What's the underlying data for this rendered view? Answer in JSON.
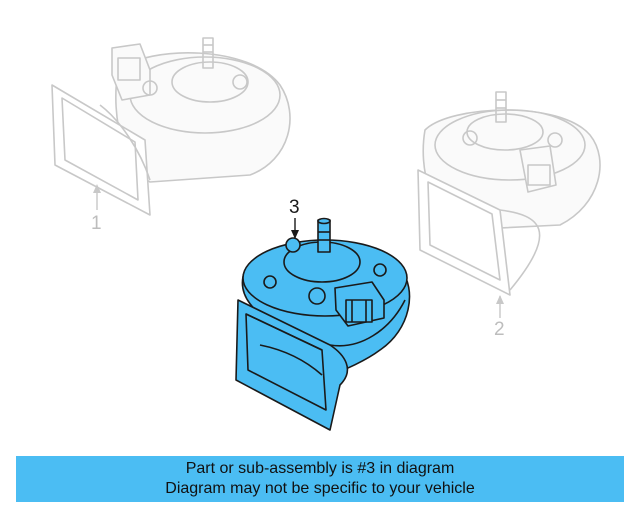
{
  "callouts": {
    "part1": "1",
    "part2": "2",
    "part3": "3"
  },
  "banner": {
    "line1": "Part or sub-assembly is #3 in diagram",
    "line2": "Diagram may not be specific to your vehicle",
    "background_color": "#4bbdf3"
  },
  "colors": {
    "highlight_fill": "#4bbdf3",
    "ghost_stroke": "#c8c8c8",
    "outline_stroke": "#1a1a1a"
  }
}
